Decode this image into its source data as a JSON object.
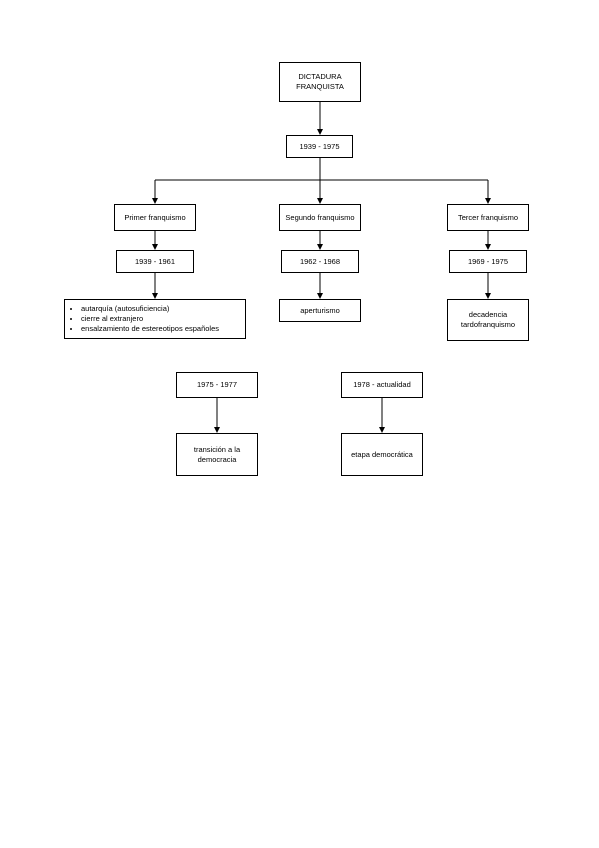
{
  "nodes": {
    "dictadura": "DICTADURA\nFRANQUISTA",
    "period_main": "1939 - 1975",
    "primer": "Primer franquismo",
    "segundo": "Segundo franquismo",
    "tercer": "Tercer franquismo",
    "primer_years": "1939 - 1961",
    "segundo_years": "1962 - 1968",
    "tercer_years": "1969 - 1975",
    "primer_items": [
      "autarquía (autosuficiencia)",
      "cierre al extranjero",
      "ensalzamiento de estereotipos españoles"
    ],
    "aperturismo": "aperturismo",
    "decadencia": "decadencia\ntardofranquismo",
    "transicion_years": "1975 - 1977",
    "transicion": "transición a la\ndemocracia",
    "actualidad_years": "1978 - actualidad",
    "democratica": "etapa democrática"
  }
}
